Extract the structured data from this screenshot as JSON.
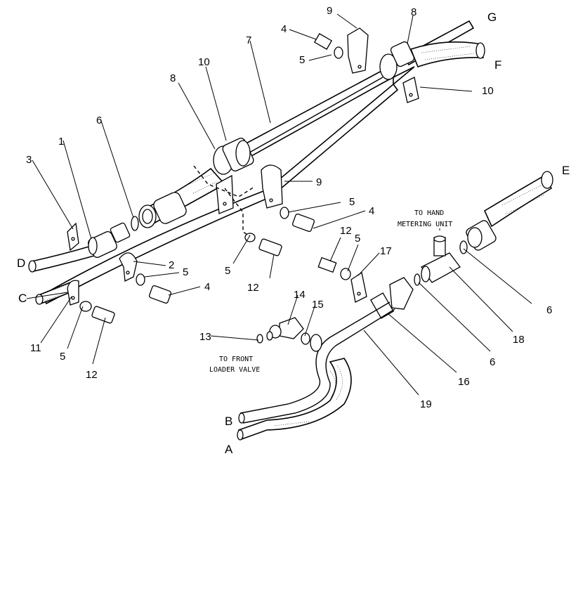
{
  "callouts": [
    {
      "id": "c9a",
      "label": "9"
    },
    {
      "id": "c8a",
      "label": "8"
    },
    {
      "id": "cG",
      "label": "G"
    },
    {
      "id": "c4a",
      "label": "4"
    },
    {
      "id": "c5a",
      "label": "5"
    },
    {
      "id": "cF",
      "label": "F"
    },
    {
      "id": "c7",
      "label": "7"
    },
    {
      "id": "c10a",
      "label": "10"
    },
    {
      "id": "c10b",
      "label": "10"
    },
    {
      "id": "c8b",
      "label": "8"
    },
    {
      "id": "c6a",
      "label": "6"
    },
    {
      "id": "c1",
      "label": "1"
    },
    {
      "id": "c3",
      "label": "3"
    },
    {
      "id": "c9b",
      "label": "9"
    },
    {
      "id": "cE",
      "label": "E"
    },
    {
      "id": "c5b",
      "label": "5"
    },
    {
      "id": "c4b",
      "label": "4"
    },
    {
      "id": "cD",
      "label": "D"
    },
    {
      "id": "c2",
      "label": "2"
    },
    {
      "id": "c5c",
      "label": "5"
    },
    {
      "id": "c12a",
      "label": "12"
    },
    {
      "id": "c5d",
      "label": "5"
    },
    {
      "id": "c17",
      "label": "17"
    },
    {
      "id": "c12b",
      "label": "12"
    },
    {
      "id": "c5e",
      "label": "5"
    },
    {
      "id": "c4c",
      "label": "4"
    },
    {
      "id": "cC",
      "label": "C"
    },
    {
      "id": "c6b",
      "label": "6"
    },
    {
      "id": "c18",
      "label": "18"
    },
    {
      "id": "c14",
      "label": "14"
    },
    {
      "id": "c15",
      "label": "15"
    },
    {
      "id": "c11",
      "label": "11"
    },
    {
      "id": "c13",
      "label": "13"
    },
    {
      "id": "c6c",
      "label": "6"
    },
    {
      "id": "c5f",
      "label": "5"
    },
    {
      "id": "c12c",
      "label": "12"
    },
    {
      "id": "c16",
      "label": "16"
    },
    {
      "id": "c19",
      "label": "19"
    },
    {
      "id": "cB",
      "label": "B"
    },
    {
      "id": "cA",
      "label": "A"
    }
  ],
  "notes": {
    "hand_metering_line1": "TO HAND",
    "hand_metering_line2": "METERING UNIT",
    "front_loader_line1": "TO FRONT",
    "front_loader_line2": "LOADER VALVE"
  }
}
